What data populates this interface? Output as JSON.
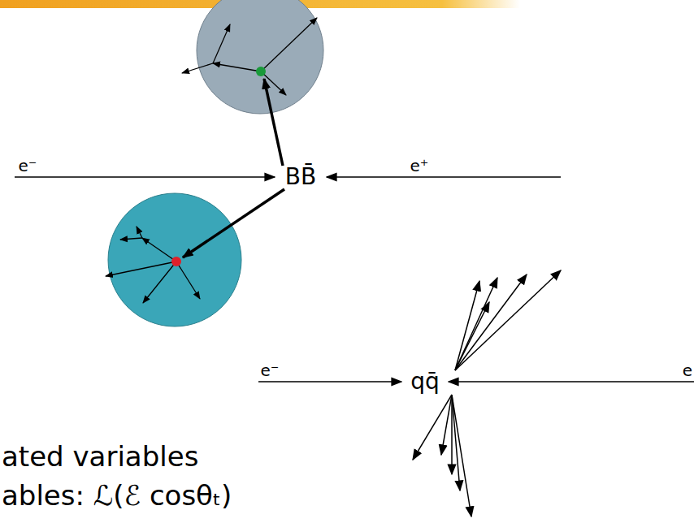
{
  "diagram": {
    "labels": [
      "e⁻",
      "BB̄",
      "e⁺",
      "e⁻",
      "qq̄",
      "e",
      "ated variables",
      "ables: ℒ(ℰ cosθₜ)"
    ]
  }
}
